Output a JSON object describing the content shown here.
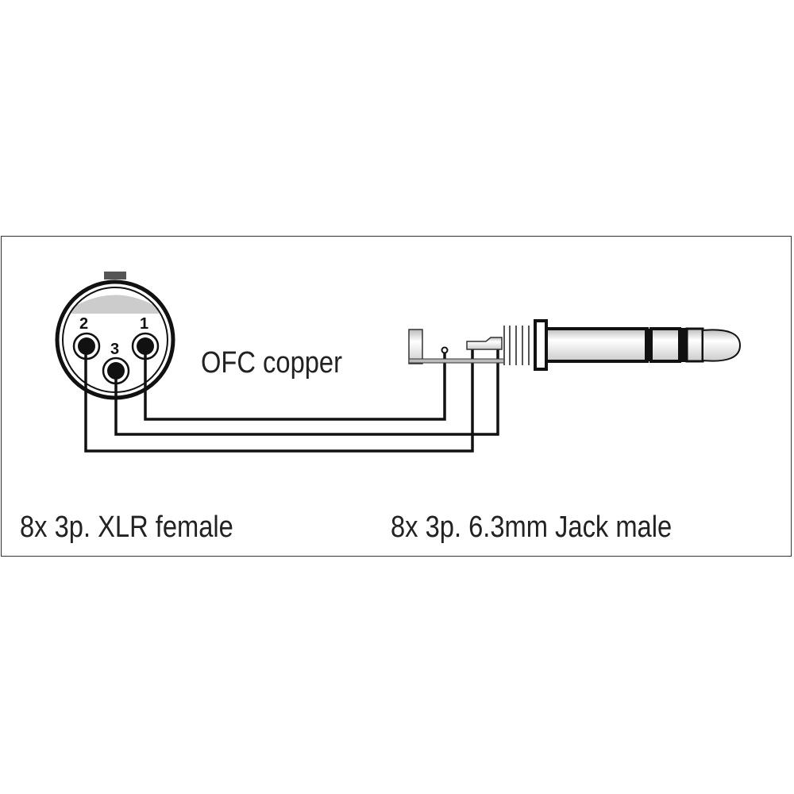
{
  "xlr": {
    "pins": [
      "1",
      "2",
      "3"
    ]
  },
  "cable_label": "OFC copper",
  "left_label": "8x 3p. XLR female",
  "right_label": "8x 3p. 6.3mm Jack male"
}
